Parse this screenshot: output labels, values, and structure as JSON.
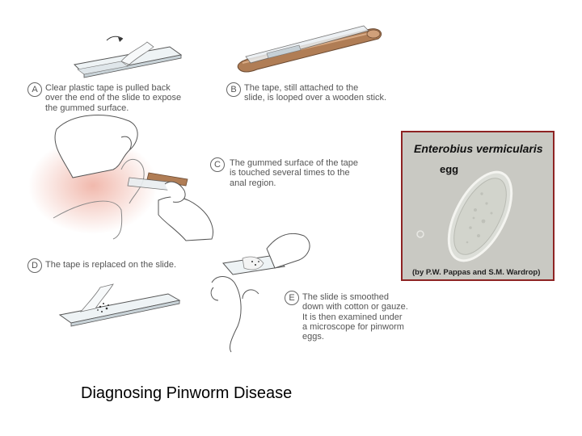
{
  "steps": [
    {
      "letter": "A",
      "text": "Clear plastic tape is pulled back\nover the end of the slide to expose\nthe gummed surface."
    },
    {
      "letter": "B",
      "text": "The tape, still attached to the\nslide, is looped over a wooden stick."
    },
    {
      "letter": "C",
      "text": "The gummed surface of the tape\nis touched several times to the\nanal region."
    },
    {
      "letter": "D",
      "text": "The tape is replaced on the slide."
    },
    {
      "letter": "E",
      "text": "The slide is smoothed\ndown with cotton or gauze.\nIt is then examined under\na microscope for pinworm\neggs."
    }
  ],
  "photo": {
    "species": "Enterobius vermicularis",
    "label": "egg",
    "credit": "(by P.W. Pappas and S.M. Wardrop)"
  },
  "title": "Diagnosing Pinworm Disease",
  "colors": {
    "frame": "#8e2323",
    "photo_background": "#c9c9c3",
    "stick": "#b07d55",
    "skin_tint": "#f4d2c8",
    "caption_text": "#555555"
  }
}
